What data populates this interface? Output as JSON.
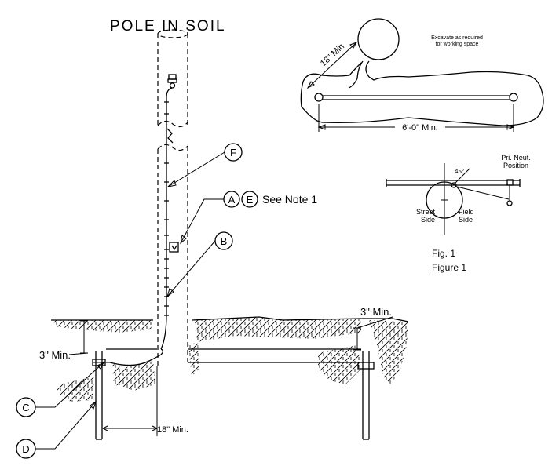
{
  "title": "POLE IN SOIL",
  "callouts": {
    "a": "A",
    "b": "B",
    "c": "C",
    "d": "D",
    "e": "E",
    "f": "F"
  },
  "notes": {
    "see_note": "See Note 1"
  },
  "dimensions": {
    "three_min_left": "3\" Min.",
    "three_min_right": "3\" Min.",
    "eighteen_min_bottom": "18\" Min.",
    "eighteen_min_top": "18\" Min.",
    "six_ft_min": "6'-0\" Min."
  },
  "excavation": {
    "note_line1": "Excavate as required",
    "note_line2": "for working space"
  },
  "figure1": {
    "angle": "45°",
    "pri_neut_line1": "Pri. Neut.",
    "pri_neut_line2": "Position",
    "street_line1": "Street",
    "street_line2": "Side",
    "field_line1": "Field",
    "field_line2": "Side",
    "fig_label": "Fig. 1",
    "figure_label": "Figure 1"
  }
}
